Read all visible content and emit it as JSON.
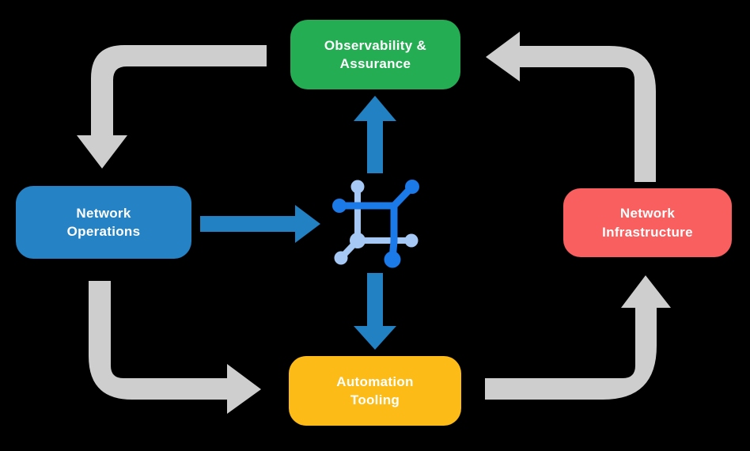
{
  "canvas": {
    "background": "#000000"
  },
  "diagram": {
    "nodes": [
      {
        "id": "observability-assurance",
        "line1": "Observability &",
        "line2": "Assurance",
        "color": "#24ad52"
      },
      {
        "id": "network-operations",
        "line1": "Network",
        "line2": "Operations",
        "color": "#2482c5"
      },
      {
        "id": "network-infrastructure",
        "line1": "Network",
        "line2": "Infrastructure",
        "color": "#f95f5f"
      },
      {
        "id": "automation-tooling",
        "line1": "Automation",
        "line2": "Tooling",
        "color": "#fcbb17"
      }
    ],
    "hub_icon": {
      "name": "network-mesh-icon",
      "primary_color": "#1b79e8",
      "secondary_color": "#a5c9f4"
    },
    "flow": {
      "cycle_arrows_color": "#cecece",
      "hub_arrows_color": "#2181c3",
      "edges": [
        {
          "from": "observability-assurance",
          "to": "network-operations"
        },
        {
          "from": "network-operations",
          "to": "automation-tooling"
        },
        {
          "from": "automation-tooling",
          "to": "network-infrastructure"
        },
        {
          "from": "network-infrastructure",
          "to": "observability-assurance"
        },
        {
          "from": "network-operations",
          "to": "hub"
        },
        {
          "from": "hub",
          "to": "observability-assurance"
        },
        {
          "from": "hub",
          "to": "automation-tooling"
        }
      ]
    }
  }
}
